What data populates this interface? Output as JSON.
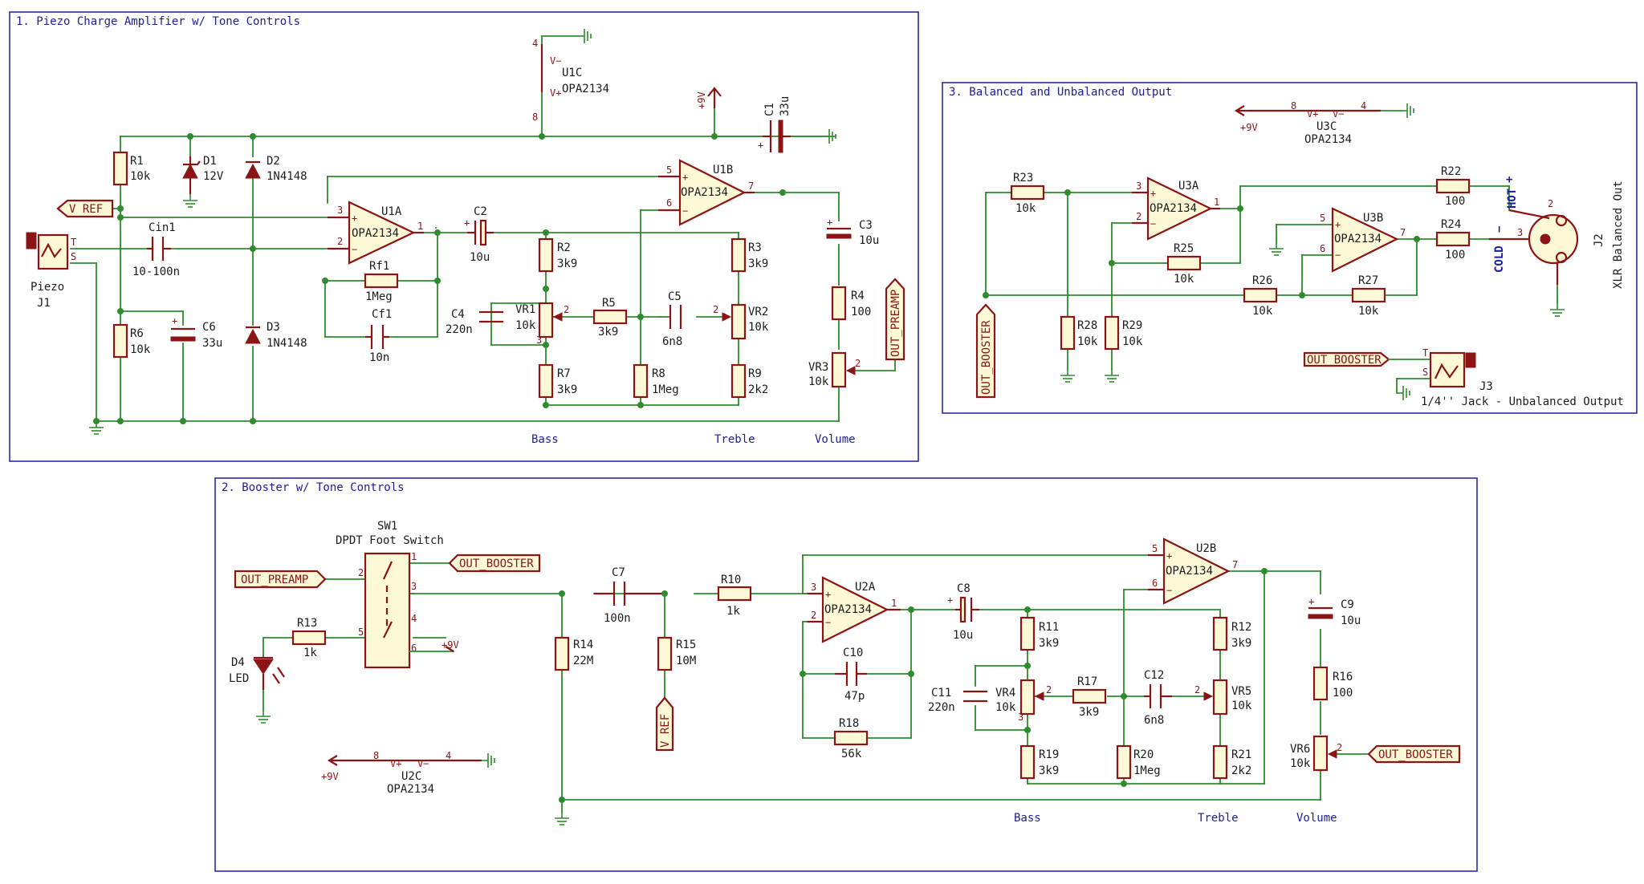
{
  "sections": [
    {
      "id": "s1",
      "title": "1. Piezo Charge Amplifier w/ Tone Controls"
    },
    {
      "id": "s2",
      "title": "2. Booster w/ Tone Controls"
    },
    {
      "id": "s3",
      "title": "3. Balanced and Unbalanced Output"
    }
  ],
  "colors": {
    "frame": "#2a2aa8",
    "wire": "#2e8b2e",
    "component": "#8c1414",
    "body": "#fdf9d7",
    "text_blue": "#1d1d9c"
  },
  "supply": {
    "pos": "+9V",
    "vpos": "V+",
    "vneg": "V−",
    "pin8": "8",
    "pin4": "4"
  },
  "labels": {
    "out_preamp": "OUT_PREAMP",
    "out_booster": "OUT_BOOSTER",
    "vref": "V REF",
    "hot": "HOT",
    "cold": "COLD",
    "plus": "+",
    "minus": "−"
  },
  "pins": {
    "p1": "1",
    "p2": "2",
    "p3": "3",
    "p4": "4",
    "p5": "5",
    "p6": "6",
    "p7": "7",
    "T": "T",
    "S": "S"
  },
  "controls": {
    "bass": "Bass",
    "treble": "Treble",
    "volume": "Volume"
  },
  "components": {
    "U1C": {
      "ref": "U1C",
      "value": "OPA2134"
    },
    "U1A": {
      "ref": "U1A",
      "value": "OPA2134"
    },
    "U1B": {
      "ref": "U1B",
      "value": "OPA2134"
    },
    "U2A": {
      "ref": "U2A",
      "value": "OPA2134"
    },
    "U2B": {
      "ref": "U2B",
      "value": "OPA2134"
    },
    "U2C": {
      "ref": "U2C",
      "value": "OPA2134"
    },
    "U3A": {
      "ref": "U3A",
      "value": "OPA2134"
    },
    "U3B": {
      "ref": "U3B",
      "value": "OPA2134"
    },
    "U3C": {
      "ref": "U3C",
      "value": "OPA2134"
    },
    "J1": {
      "ref": "J1",
      "value": "Piezo"
    },
    "J2": {
      "ref": "J2",
      "value": "XLR Balanced Out"
    },
    "J3": {
      "ref": "J3",
      "value": "1/4'' Jack - Unbalanced Output"
    },
    "SW1": {
      "ref": "SW1",
      "value": "DPDT Foot Switch"
    },
    "D1": {
      "ref": "D1",
      "value": "12V"
    },
    "D2": {
      "ref": "D2",
      "value": "1N4148"
    },
    "D3": {
      "ref": "D3",
      "value": "1N4148"
    },
    "D4": {
      "ref": "D4",
      "value": "LED"
    },
    "R1": {
      "ref": "R1",
      "value": "10k"
    },
    "R2": {
      "ref": "R2",
      "value": "3k9"
    },
    "R3": {
      "ref": "R3",
      "value": "3k9"
    },
    "R4": {
      "ref": "R4",
      "value": "100"
    },
    "R5": {
      "ref": "R5",
      "value": "3k9"
    },
    "R6": {
      "ref": "R6",
      "value": "10k"
    },
    "R7": {
      "ref": "R7",
      "value": "3k9"
    },
    "R8": {
      "ref": "R8",
      "value": "1Meg"
    },
    "R9": {
      "ref": "R9",
      "value": "2k2"
    },
    "R10": {
      "ref": "R10",
      "value": "1k"
    },
    "R11": {
      "ref": "R11",
      "value": "3k9"
    },
    "R12": {
      "ref": "R12",
      "value": "3k9"
    },
    "R13": {
      "ref": "R13",
      "value": "1k"
    },
    "R14": {
      "ref": "R14",
      "value": "22M"
    },
    "R15": {
      "ref": "R15",
      "value": "10M"
    },
    "R16": {
      "ref": "R16",
      "value": "100"
    },
    "R17": {
      "ref": "R17",
      "value": "3k9"
    },
    "R18": {
      "ref": "R18",
      "value": "56k"
    },
    "R19": {
      "ref": "R19",
      "value": "3k9"
    },
    "R20": {
      "ref": "R20",
      "value": "1Meg"
    },
    "R21": {
      "ref": "R21",
      "value": "2k2"
    },
    "R22": {
      "ref": "R22",
      "value": "100"
    },
    "R23": {
      "ref": "R23",
      "value": "10k"
    },
    "R24": {
      "ref": "R24",
      "value": "100"
    },
    "R25": {
      "ref": "R25",
      "value": "10k"
    },
    "R26": {
      "ref": "R26",
      "value": "10k"
    },
    "R27": {
      "ref": "R27",
      "value": "10k"
    },
    "R28": {
      "ref": "R28",
      "value": "10k"
    },
    "R29": {
      "ref": "R29",
      "value": "10k"
    },
    "Rf1": {
      "ref": "Rf1",
      "value": "1Meg"
    },
    "Cin1": {
      "ref": "Cin1",
      "value": "10-100n"
    },
    "Cf1": {
      "ref": "Cf1",
      "value": "10n"
    },
    "C1": {
      "ref": "C1",
      "value": "33u"
    },
    "C2": {
      "ref": "C2",
      "value": "10u"
    },
    "C3": {
      "ref": "C3",
      "value": "10u"
    },
    "C4": {
      "ref": "C4",
      "value": "220n"
    },
    "C5": {
      "ref": "C5",
      "value": "6n8"
    },
    "C6": {
      "ref": "C6",
      "value": "33u"
    },
    "C7": {
      "ref": "C7",
      "value": "100n"
    },
    "C8": {
      "ref": "C8",
      "value": "10u"
    },
    "C9": {
      "ref": "C9",
      "value": "10u"
    },
    "C10": {
      "ref": "C10",
      "value": "47p"
    },
    "C11": {
      "ref": "C11",
      "value": "220n"
    },
    "C12": {
      "ref": "C12",
      "value": "6n8"
    },
    "VR1": {
      "ref": "VR1",
      "value": "10k"
    },
    "VR2": {
      "ref": "VR2",
      "value": "10k"
    },
    "VR3": {
      "ref": "VR3",
      "value": "10k"
    },
    "VR4": {
      "ref": "VR4",
      "value": "10k"
    },
    "VR5": {
      "ref": "VR5",
      "value": "10k"
    },
    "VR6": {
      "ref": "VR6",
      "value": "10k"
    }
  }
}
